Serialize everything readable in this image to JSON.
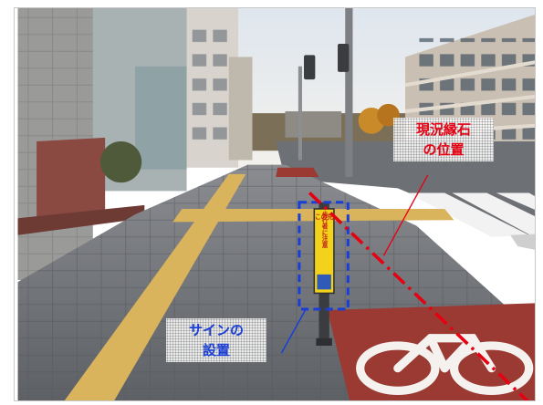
{
  "annotations": {
    "existing_curb": {
      "lines": [
        "現況縁石",
        "の位置"
      ],
      "color": "#e60012"
    },
    "sign_installation": {
      "lines": [
        "サインの",
        "設置"
      ],
      "color": "#1a3fd6"
    }
  },
  "sign_post": {
    "text_lines": [
      "この先",
      "歩行者に注意"
    ]
  },
  "colors": {
    "sky": "#e9edf2",
    "paving": "#6b6e73",
    "tactile_paving": "#d9b45c",
    "bike_lane": "#9a3a33",
    "curb_marker": "#e60012",
    "sign_highlight": "#1a3fd6"
  },
  "icons": [
    "bicycle-lane-marking-icon",
    "bicycle-symbol-icon"
  ]
}
